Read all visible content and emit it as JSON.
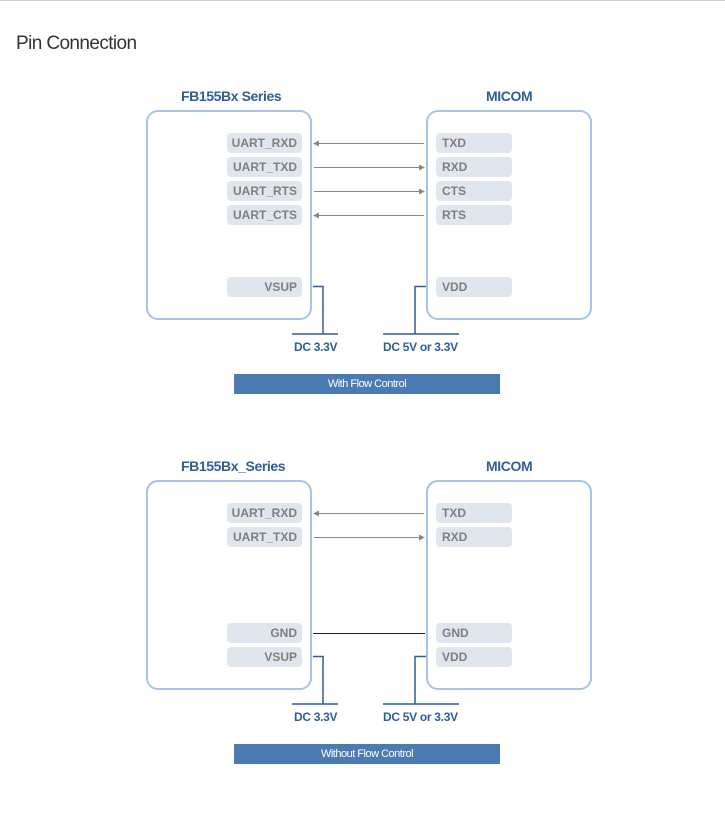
{
  "page": {
    "title": "Pin Connection"
  },
  "diagrams": [
    {
      "left_header": "FB155Bx Series",
      "right_header": "MICOM",
      "left_pins": [
        "UART_RXD",
        "UART_TXD",
        "UART_RTS",
        "UART_CTS",
        "VSUP"
      ],
      "right_pins": [
        "TXD",
        "RXD",
        "CTS",
        "RTS",
        "VDD"
      ],
      "left_supply": "DC 3.3V",
      "right_supply": "DC 5V or 3.3V",
      "caption": "With Flow Control"
    },
    {
      "left_header": "FB155Bx_Series",
      "right_header": "MICOM",
      "left_pins": [
        "UART_RXD",
        "UART_TXD",
        "GND",
        "VSUP"
      ],
      "right_pins": [
        "TXD",
        "RXD",
        "GND",
        "VDD"
      ],
      "left_supply": "DC 3.3V",
      "right_supply": "DC 5V or 3.3V",
      "caption": "Without Flow Control"
    }
  ],
  "colors": {
    "header": "#2f5f95",
    "box_border": "#a9c3e3",
    "pin_fill": "#dfe6ee",
    "pin_text": "#7f7f7f",
    "wire": "#888888",
    "supply_wire": "#2f5f95",
    "caption_bar": "#4a7bb3"
  }
}
